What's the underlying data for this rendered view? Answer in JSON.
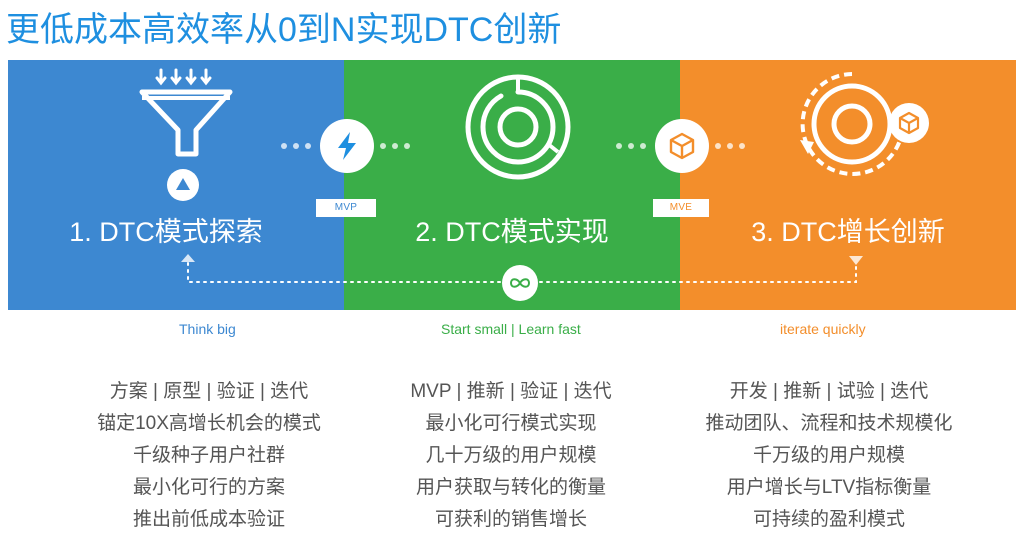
{
  "title": "更低成本高效率从0到N实现DTC创新",
  "colors": {
    "blue": "#3d88d1",
    "green": "#3aae48",
    "orange": "#f38e2b",
    "title": "#1e8fe0",
    "text": "#555555"
  },
  "stages": [
    {
      "label": "1. DTC模式探索",
      "icon": "funnel-icon",
      "slogan": "Think big",
      "lines": [
        "方案 |  原型 |  验证 | 迭代",
        "锚定10X高增长机会的模式",
        "千级种子用户社群",
        "最小化可行的方案",
        "推出前低成本验证"
      ]
    },
    {
      "label": "2. DTC模式实现",
      "icon": "target-ring-icon",
      "slogan": "Start small | Learn fast",
      "lines": [
        "MVP | 推新 | 验证 | 迭代",
        "最小化可行模式实现",
        "几十万级的用户规模",
        "用户获取与转化的衡量",
        "可获利的销售增长"
      ]
    },
    {
      "label": "3. DTC增长创新",
      "icon": "growth-cycle-icon",
      "slogan": "iterate quickly",
      "lines": [
        "开发 |  推新 |  试验 | 迭代",
        "推动团队、流程和技术规模化",
        "千万级的用户规模",
        "用户增长与LTV指标衡量",
        "可持续的盈利模式"
      ]
    }
  ],
  "connectors": {
    "mvp": {
      "tag": "MVP",
      "icon": "lightning-icon"
    },
    "mve": {
      "tag": "MVE",
      "icon": "cube-icon"
    },
    "loop": {
      "icon": "infinity-loop-icon"
    }
  }
}
